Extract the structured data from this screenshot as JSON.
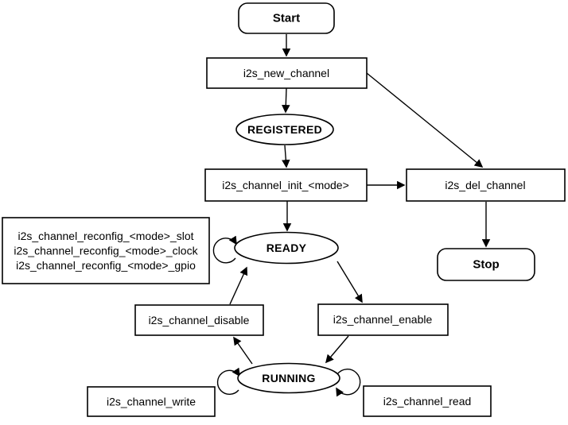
{
  "colors": {
    "state_text": "#0066CC",
    "stroke": "#000000",
    "node_fill": "#FFFFFF",
    "background": "#FFFFFF"
  },
  "nodes": {
    "start": {
      "label": "Start",
      "type": "terminal"
    },
    "new_channel": {
      "label": "i2s_new_channel",
      "type": "process"
    },
    "registered": {
      "label": "REGISTERED",
      "type": "state"
    },
    "init": {
      "label": "i2s_channel_init_<mode>",
      "type": "process"
    },
    "del_channel": {
      "label": "i2s_del_channel",
      "type": "process"
    },
    "stop": {
      "label": "Stop",
      "type": "terminal"
    },
    "reconfig": {
      "lines": [
        "i2s_channel_reconfig_<mode>_slot",
        "i2s_channel_reconfig_<mode>_clock",
        "i2s_channel_reconfig_<mode>_gpio"
      ],
      "type": "process"
    },
    "ready": {
      "label": "READY",
      "type": "state"
    },
    "disable": {
      "label": "i2s_channel_disable",
      "type": "process"
    },
    "enable": {
      "label": "i2s_channel_enable",
      "type": "process"
    },
    "running": {
      "label": "RUNNING",
      "type": "state"
    },
    "write": {
      "label": "i2s_channel_write",
      "type": "process"
    },
    "read": {
      "label": "i2s_channel_read",
      "type": "process"
    }
  },
  "edges": [
    {
      "from": "start",
      "to": "new_channel"
    },
    {
      "from": "new_channel",
      "to": "registered"
    },
    {
      "from": "registered",
      "to": "init"
    },
    {
      "from": "init",
      "to": "ready"
    },
    {
      "from": "init",
      "to": "del_channel"
    },
    {
      "from": "new_channel",
      "to": "del_channel"
    },
    {
      "from": "del_channel",
      "to": "stop"
    },
    {
      "from": "disable",
      "to": "ready"
    },
    {
      "from": "ready",
      "to": "enable"
    },
    {
      "from": "running",
      "to": "disable"
    },
    {
      "from": "enable",
      "to": "running"
    },
    {
      "from": "ready",
      "to": "ready"
    },
    {
      "from": "running",
      "to": "running"
    },
    {
      "from": "running",
      "to": "running"
    }
  ]
}
